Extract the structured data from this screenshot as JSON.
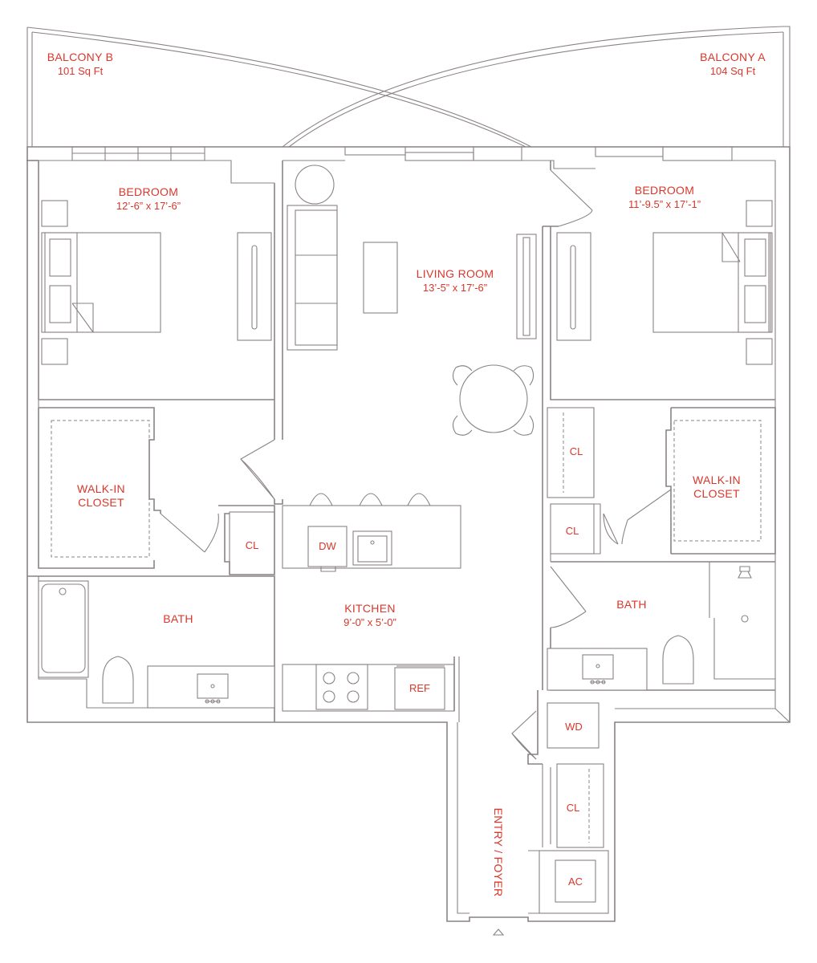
{
  "rooms": {
    "balcony_b": {
      "name": "BALCONY B",
      "area": "101 Sq Ft"
    },
    "balcony_a": {
      "name": "BALCONY A",
      "area": "104 Sq Ft"
    },
    "bedroom_left": {
      "name": "BEDROOM",
      "dims": "12’-6” x 17’-6”"
    },
    "bedroom_right": {
      "name": "BEDROOM",
      "dims": "11’-9.5” x 17’-1”"
    },
    "living_room": {
      "name": "LIVING ROOM",
      "dims": "13’-5” x 17’-6”"
    },
    "walkin_left": {
      "line1": "WALK-IN",
      "line2": "CLOSET"
    },
    "walkin_right": {
      "line1": "WALK-IN",
      "line2": "CLOSET"
    },
    "kitchen": {
      "name": "KITCHEN",
      "dims": "9’-0” x 5’-0”"
    },
    "bath_left": {
      "name": "BATH"
    },
    "bath_right": {
      "name": "BATH"
    },
    "entry": {
      "name": "ENTRY / FOYER"
    }
  },
  "fixtures": {
    "cl_left": "CL",
    "cl_right_top": "CL",
    "cl_right_bottom": "CL",
    "cl_hall": "CL",
    "dw": "DW",
    "ref": "REF",
    "wd": "WD",
    "ac": "AC"
  },
  "colors": {
    "label": "#d9372b",
    "line": "#8a8384"
  }
}
